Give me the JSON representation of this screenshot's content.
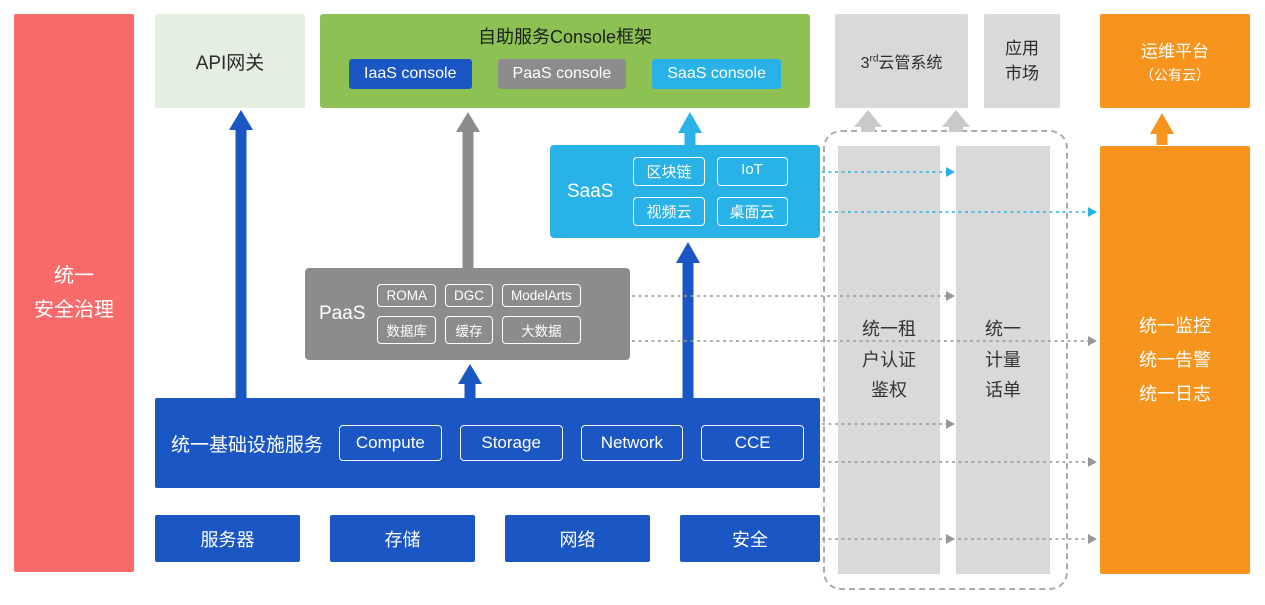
{
  "colors": {
    "blue": "#1a56c4",
    "gray": "#8c8c8c",
    "cyan": "#29b2e8",
    "green": "#8dc153",
    "light_green": "#e4efe1",
    "light_gray": "#d9d9d9",
    "orange": "#f7941d",
    "red": "#f96b6b"
  },
  "security_bar": {
    "label": "统一\n安全治理"
  },
  "api_gateway": {
    "label": "API网关"
  },
  "console_frame": {
    "title": "自助服务Console框架",
    "buttons": [
      "IaaS console",
      "PaaS console",
      "SaaS console"
    ]
  },
  "third_party_cloud": {
    "prefix": "3",
    "sup": "rd",
    "rest": "云管系统"
  },
  "app_market": {
    "label": "应用\n市场"
  },
  "om_platform": {
    "line1": "运维平台",
    "line2": "（公有云）"
  },
  "saas": {
    "label": "SaaS",
    "items": [
      "区块链",
      "IoT",
      "视频云",
      "桌面云"
    ]
  },
  "paas": {
    "label": "PaaS",
    "items": [
      "ROMA",
      "DGC",
      "ModelArts",
      "数据库",
      "缓存",
      "大数据"
    ]
  },
  "infrastructure": {
    "label": "统一基础设施服务",
    "items": [
      "Compute",
      "Storage",
      "Network",
      "CCE"
    ]
  },
  "resource_row": [
    "服务器",
    "存储",
    "网络",
    "安全"
  ],
  "tenant_auth_bar": {
    "label": "统一租\n户认证\n鉴权"
  },
  "metering_bar": {
    "label": "统一\n计量\n话单"
  },
  "monitor_bar": {
    "label": "统一监控\n统一告警\n统一日志"
  }
}
